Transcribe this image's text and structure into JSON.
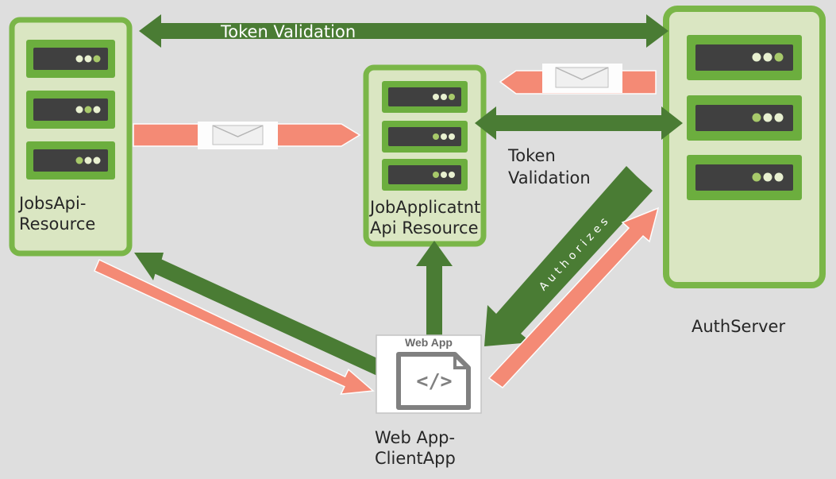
{
  "diagram": {
    "nodes": {
      "jobs_api": {
        "label": "JobsApi-\nResource",
        "server_count": 3
      },
      "job_applicant_api": {
        "label": "JobApplicatnt\nApi Resource",
        "server_count": 3
      },
      "auth_server": {
        "label": "AuthServer",
        "server_count": 3
      },
      "client_app": {
        "label": "Web App-\nClientApp",
        "badge": "Web App",
        "code_glyph": "</>"
      }
    },
    "edges": {
      "top_validation": {
        "label": "Token Validation"
      },
      "mid_validation": {
        "label": "Token\nValidation"
      },
      "authorizes": {
        "label": "Authorizes"
      }
    }
  },
  "icons": [
    "server-icon",
    "envelope-icon",
    "code-file-icon"
  ],
  "colors": {
    "background": "#dedede",
    "node_fill": "#dae6c2",
    "node_border": "#7ab648",
    "server_body": "#404040",
    "server_bezel": "#6cae3e",
    "arrow_green": "#4a7c34",
    "arrow_salmon": "#f48a75",
    "envelope": "#fdfdfd"
  }
}
